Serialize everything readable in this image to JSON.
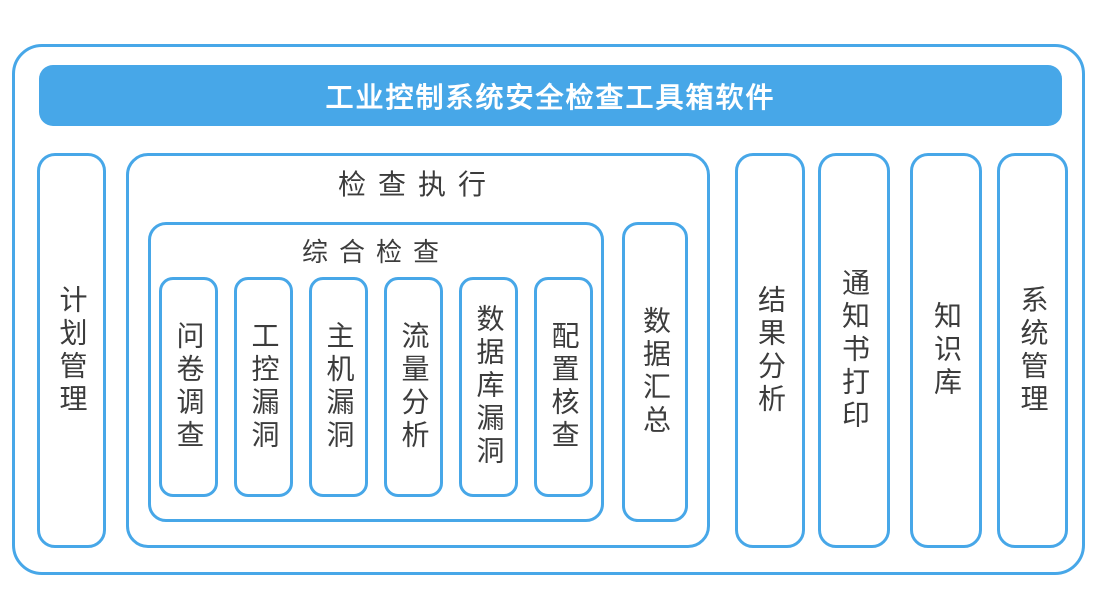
{
  "diagram": {
    "title": "工业控制系统安全检查工具箱软件",
    "colors": {
      "accent": "#47A7E8",
      "text": "#3C3C3C",
      "title_text": "#FFFFFF",
      "background": "#FFFFFF"
    },
    "modules": {
      "plan": {
        "label": "计划管理"
      },
      "execution": {
        "label": "检查执行",
        "comprehensive": {
          "label": "综合检查",
          "items": [
            {
              "label": "问卷调查"
            },
            {
              "label": "工控漏洞"
            },
            {
              "label": "主机漏洞"
            },
            {
              "label": "流量分析"
            },
            {
              "label": "数据库漏洞"
            },
            {
              "label": "配置核查"
            }
          ]
        },
        "summary": {
          "label": "数据汇总"
        }
      },
      "right": [
        {
          "label": "结果分析"
        },
        {
          "label": "通知书打印"
        },
        {
          "label": "知识库"
        },
        {
          "label": "系统管理"
        }
      ]
    }
  }
}
